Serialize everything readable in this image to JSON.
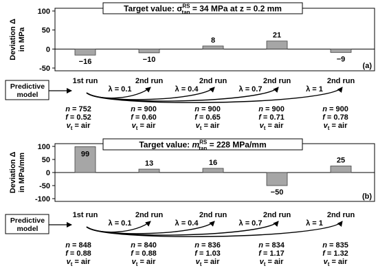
{
  "colors": {
    "bar_fill": "#a6a6a6",
    "bar_stroke": "#404040",
    "line": "#000000",
    "background": "#ffffff"
  },
  "chart_data": [
    {
      "type": "bar",
      "panel_label": "(a)",
      "title_prefix": "Target value: ",
      "title_symbol": "σ",
      "title_sup": "RS",
      "title_sub": "tan",
      "title_suffix": " = 34 MPa at z = 0.2 mm",
      "ylabel_line1": "Deviation Δ",
      "ylabel_line2": "in MPa",
      "ylim": [
        -50,
        100
      ],
      "yticks": [
        "100",
        "50",
        "0",
        "-50"
      ],
      "values": [
        -16,
        -10,
        8,
        21,
        -9
      ],
      "value_labels": [
        "−16",
        "−10",
        "8",
        "21",
        "−9"
      ],
      "grid": false,
      "workflow": {
        "model_label_line1": "Predictive",
        "model_label_line2": "model",
        "runs": [
          "1st run",
          "2nd run",
          "2nd run",
          "2nd run",
          "2nd run"
        ],
        "lambdas": [
          "λ = 0.1",
          "λ = 0.4",
          "λ = 0.7",
          "λ = 1"
        ],
        "params": [
          {
            "n": "n = 752",
            "f": "f = 0.52",
            "v": "air"
          },
          {
            "n": "n = 900",
            "f": "f = 0.60",
            "v": "air"
          },
          {
            "n": "n = 900",
            "f": "f = 0.65",
            "v": "air"
          },
          {
            "n": "n = 900",
            "f": "f = 0.71",
            "v": "air"
          },
          {
            "n": "n = 900",
            "f": "f = 0.78",
            "v": "air"
          }
        ],
        "v_prefix": "v",
        "v_sub": "t",
        "v_eq": " = "
      }
    },
    {
      "type": "bar",
      "panel_label": "(b)",
      "title_prefix": "Target value: ",
      "title_symbol": "m",
      "title_sup": "RS",
      "title_sub": "tan",
      "title_suffix": " = 228 MPa/mm",
      "ylabel_line1": "Deviation Δ",
      "ylabel_line2": "in MPa/mm",
      "ylim": [
        -100,
        100
      ],
      "yticks": [
        "100",
        "50",
        "0",
        "-50",
        "-100"
      ],
      "values": [
        99,
        13,
        16,
        -50,
        25
      ],
      "value_labels": [
        "99",
        "13",
        "16",
        "−50",
        "25"
      ],
      "grid": false,
      "workflow": {
        "model_label_line1": "Predictive",
        "model_label_line2": "model",
        "runs": [
          "1st run",
          "2nd run",
          "2nd run",
          "2nd run",
          "2nd run"
        ],
        "lambdas": [
          "λ = 0.1",
          "λ = 0.4",
          "λ = 0.7",
          "λ = 1"
        ],
        "params": [
          {
            "n": "n = 848",
            "f": "f = 0.88",
            "v": "air"
          },
          {
            "n": "n = 840",
            "f": "f = 0.88",
            "v": "air"
          },
          {
            "n": "n = 836",
            "f": "f = 1.03",
            "v": "air"
          },
          {
            "n": "n = 834",
            "f": "f = 1.17",
            "v": "air"
          },
          {
            "n": "n = 835",
            "f": "f = 1.32",
            "v": "air"
          }
        ],
        "v_prefix": "v",
        "v_sub": "t",
        "v_eq": " = "
      }
    }
  ]
}
